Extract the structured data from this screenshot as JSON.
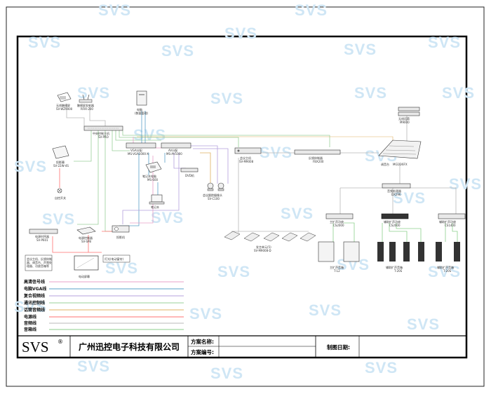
{
  "watermark": "SVS",
  "colors": {
    "hd_signal": "#e8a0c8",
    "vga": "#5aa0c8",
    "composite_video": "#b4a0dc",
    "rs232": "#9ad09a",
    "ptz_audio": "#e0b060",
    "power": "#ff7070",
    "audio": "#b8b8b8",
    "speaker": "#8ccf8c"
  },
  "devices": {
    "wireless_receiver": [
      "无线触摸屏",
      "SV-WZ9000"
    ],
    "touch_transmitter": [
      "触摸屏发射器",
      "RFIR-200"
    ],
    "central_control": [
      "中央控制主机",
      "SV-PRO"
    ],
    "computer": [
      "电脑",
      "(数据管理)"
    ],
    "vga_dist_1": [
      "VGA分配",
      "MS-VGA1000-X"
    ],
    "av_dist": [
      "AV分配",
      "MS-AV1000"
    ],
    "projector_screen": [
      "投影幕",
      "SV-22W-4S"
    ],
    "auto_switch": [
      "自控开关"
    ],
    "laptop_control": [
      "笔记本电脑",
      "MS-600"
    ],
    "laptop": [
      "笔记本"
    ],
    "dvd": [
      "DVD机"
    ],
    "conference_host": [
      "会议主机",
      "SV-M9008"
    ],
    "ptz_camera": [
      "会议跟踪摄像头",
      "SV-C100"
    ],
    "feedback_suppressor": [
      "反馈抑制器",
      "FBX200"
    ],
    "wireless_mic": [
      "无线话筒",
      "M9000"
    ],
    "mixer": [
      "调音台",
      "MG16/6FX"
    ],
    "audio_processor": [
      "音频处理器",
      "DX296"
    ],
    "amp_1": [
      "主扩声功放",
      "CS2000"
    ],
    "amp_2": [
      "辅助扩声功放",
      "CS2000"
    ],
    "amp_3": [
      "辅助扩声功放",
      "CS1400"
    ],
    "speaker_main": [
      "主扩声音箱",
      "T-12"
    ],
    "speaker_aux_1": [
      "辅助扩声音箱",
      "T-20S"
    ],
    "speaker_aux_2": [
      "辅助扩声音箱",
      "T-20S"
    ],
    "seq_power": [
      "电源时序器",
      "SV-P601"
    ],
    "power_controller": [
      "电源控制器",
      "SV-SP8"
    ],
    "projector": [
      "投影机"
    ],
    "power_targets": [
      "会议主机、反馈抑制",
      "器、调音台、声频处",
      "理器、功放音箱等"
    ],
    "light_control": [
      "灯光(电动窗帘)"
    ],
    "lcd_display": [
      "电动屏幕"
    ],
    "delegate_units": [
      "发言单元(5)",
      "SV-M9008-D"
    ]
  },
  "legend": [
    "高清信号线",
    "电脑VGA线",
    "复合视频线",
    "通讯控制线",
    "话筒音频线",
    "电源线",
    "音频线",
    "音箱线"
  ],
  "title_block": {
    "logo": "SVS",
    "logo_mark": "®",
    "company": "广州迅控电子科技有限公司",
    "plan_name": "方案名称:",
    "plan_number": "方案编号:",
    "draw_date": "制图日期:"
  }
}
